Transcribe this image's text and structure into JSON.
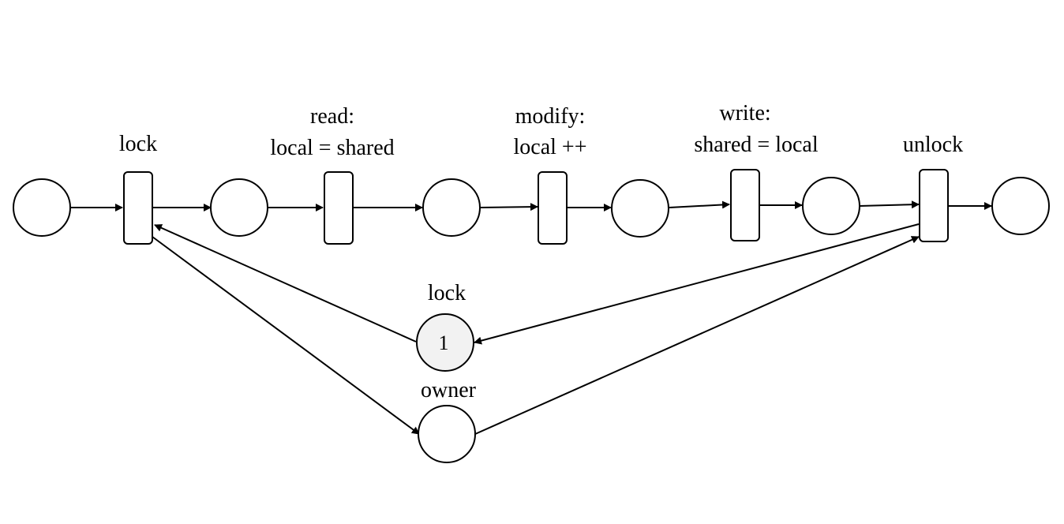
{
  "transitions": {
    "lock": {
      "label": "lock"
    },
    "read": {
      "label_line1": "read:",
      "label_line2": "local = shared"
    },
    "modify": {
      "label_line1": "modify:",
      "label_line2": "local ++"
    },
    "write": {
      "label_line1": "write:",
      "label_line2": "shared = local"
    },
    "unlock": {
      "label": "unlock"
    }
  },
  "places": {
    "lock": {
      "label": "lock",
      "tokens": "1"
    },
    "owner": {
      "label": "owner"
    }
  },
  "colors": {
    "stroke": "#000000",
    "marked_place_fill": "#f2f2f2",
    "background": "#ffffff"
  }
}
